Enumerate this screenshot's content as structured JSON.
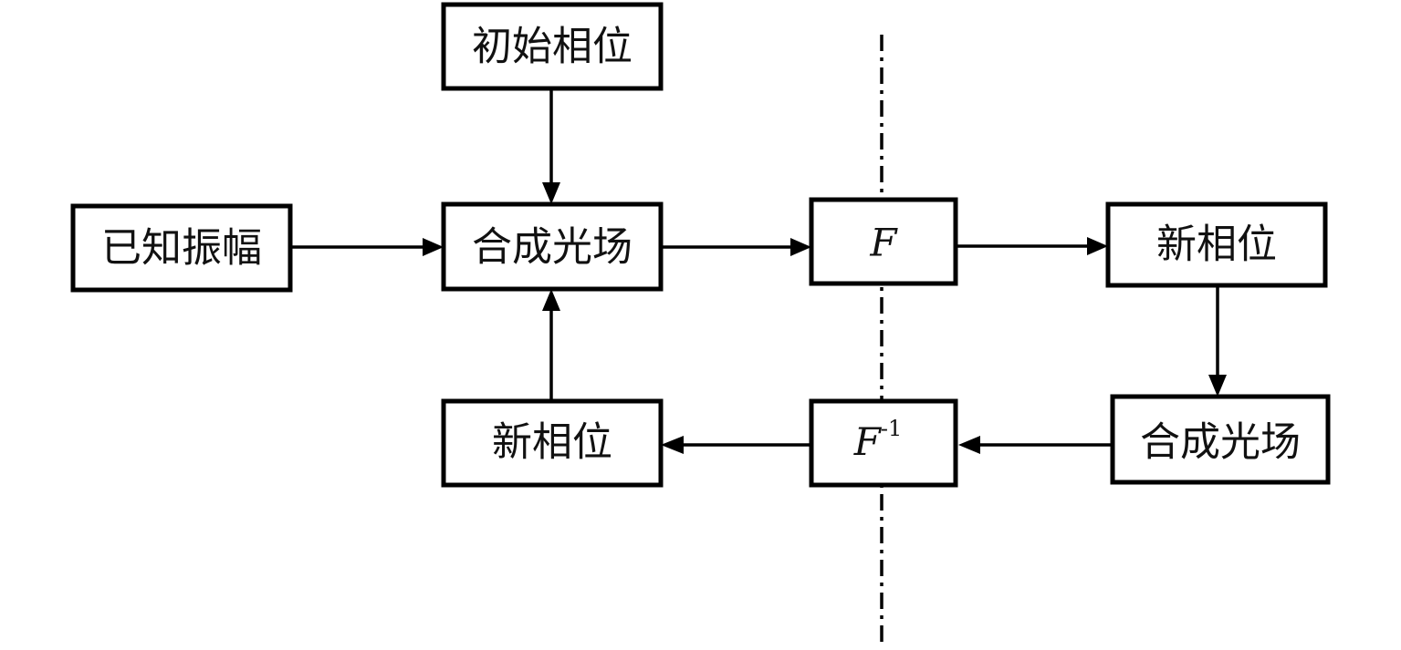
{
  "nodes": {
    "initial_phase": "初始相位",
    "known_amplitude": "已知振幅",
    "combined_field_1": "合成光场",
    "fourier": "F",
    "new_phase_1": "新相位",
    "combined_field_2": "合成光场",
    "inverse_fourier_base": "F",
    "inverse_fourier_exp": "-1",
    "new_phase_2": "新相位"
  },
  "colors": {
    "stroke": "#000000",
    "text": "#111111",
    "background": "#ffffff"
  }
}
